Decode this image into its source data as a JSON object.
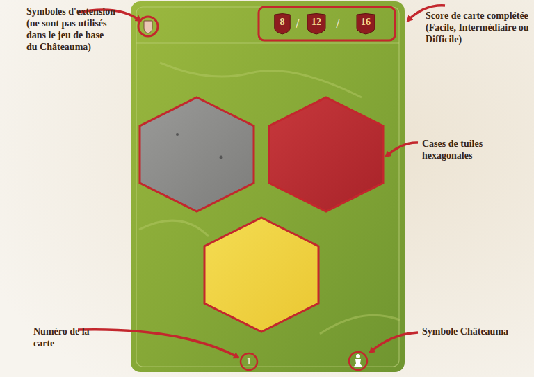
{
  "diagram": {
    "nodes": [
      {
        "text": [
          "8"
        ]
      },
      {
        "text": [
          "12"
        ]
      },
      {
        "text": [
          "16"
        ]
      }
    ],
    "labels": [
      "Symboles d'extension (ne sont pas utilisés dans le jeu de base du Châteauma)",
      "Score de carte complétée (Facile, Intermédiaire ou Difficile)",
      "/",
      "/",
      "Cases de tuiles hexagonales",
      "Numéro de la carte",
      "1",
      "Symbole Châteauma"
    ]
  }
}
